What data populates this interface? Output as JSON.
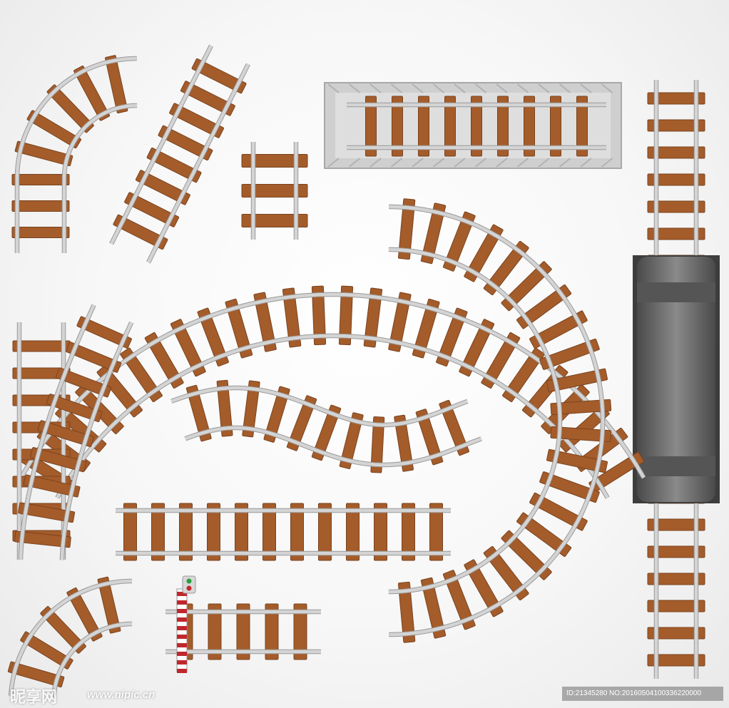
{
  "colors": {
    "background": "#f4f4f4",
    "sleeper": "#a45c2a",
    "sleeper_edge": "#7a4420",
    "rail": "#d4d4d4",
    "rail_edge": "#9a9a9a",
    "bridge_deck": "#cfcfcf",
    "tunnel_body": "#6c6c6c",
    "signal_stripe": "#c0272d"
  },
  "pieces": [
    {
      "name": "curve-track-top-left"
    },
    {
      "name": "diagonal-track-top"
    },
    {
      "name": "short-straight-track"
    },
    {
      "name": "bridge-track"
    },
    {
      "name": "vertical-track-right-top"
    },
    {
      "name": "tunnel"
    },
    {
      "name": "vertical-track-right-bottom"
    },
    {
      "name": "arch-track"
    },
    {
      "name": "s-curve-track"
    },
    {
      "name": "large-curve-track"
    },
    {
      "name": "switch-track"
    },
    {
      "name": "horizontal-track"
    },
    {
      "name": "curve-track-bottom-left"
    },
    {
      "name": "track-end-with-signal"
    }
  ],
  "watermark": {
    "logo": "昵享网",
    "url": "www.nipic.cn",
    "id": "ID:21345280 NO:20160504100336220000"
  }
}
